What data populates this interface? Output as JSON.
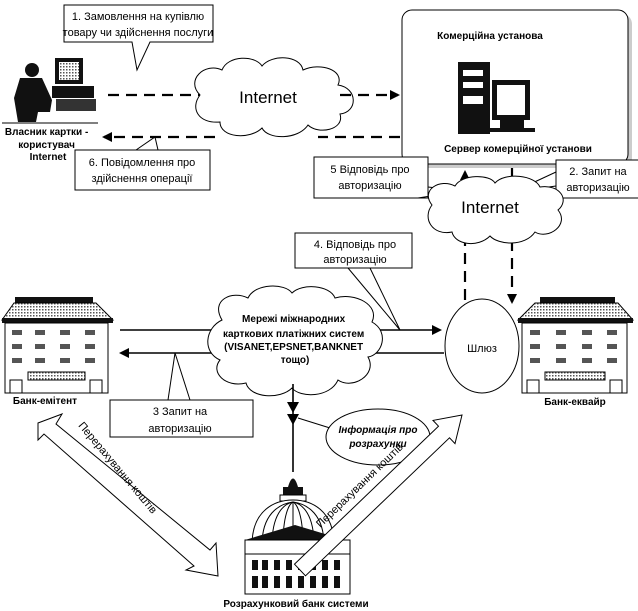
{
  "callouts": {
    "step1": [
      "1. Замовлення на купівлю",
      "товару чи здійснення послуги"
    ],
    "step2": [
      "2. Запит на",
      "авторизацію"
    ],
    "step3": [
      "3  Запит на",
      "авторизацію"
    ],
    "step4": [
      "4. Відповідь про",
      "авторизацію"
    ],
    "step5": [
      "5  Відповідь про",
      "авторизацію"
    ],
    "step6": [
      "6. Повідомлення про",
      "здійснення операції"
    ]
  },
  "nodes": {
    "cardholder": [
      "Власник картки -",
      "користувач",
      "Internet"
    ],
    "merchant_title": "Комерційна установа",
    "merchant_server": "Сервер комерційної установи",
    "internet_top": "Internet",
    "internet_right": "Internet",
    "networks": [
      "Мережі міжнародних",
      "карткових платіжних систем",
      "(VISANET,EPSNET,BANKNET",
      "тощо)"
    ],
    "gateway": "Шлюз",
    "issuer": "Банк-емітент",
    "acquirer": "Банк-еквайр",
    "settlement_info": [
      "Інформація про",
      "розрахунки"
    ],
    "settlement_bank": "Розрахунковий банк системи"
  },
  "transfers": {
    "left": "Перерахування коштів",
    "right": "Перерахування коштів"
  }
}
